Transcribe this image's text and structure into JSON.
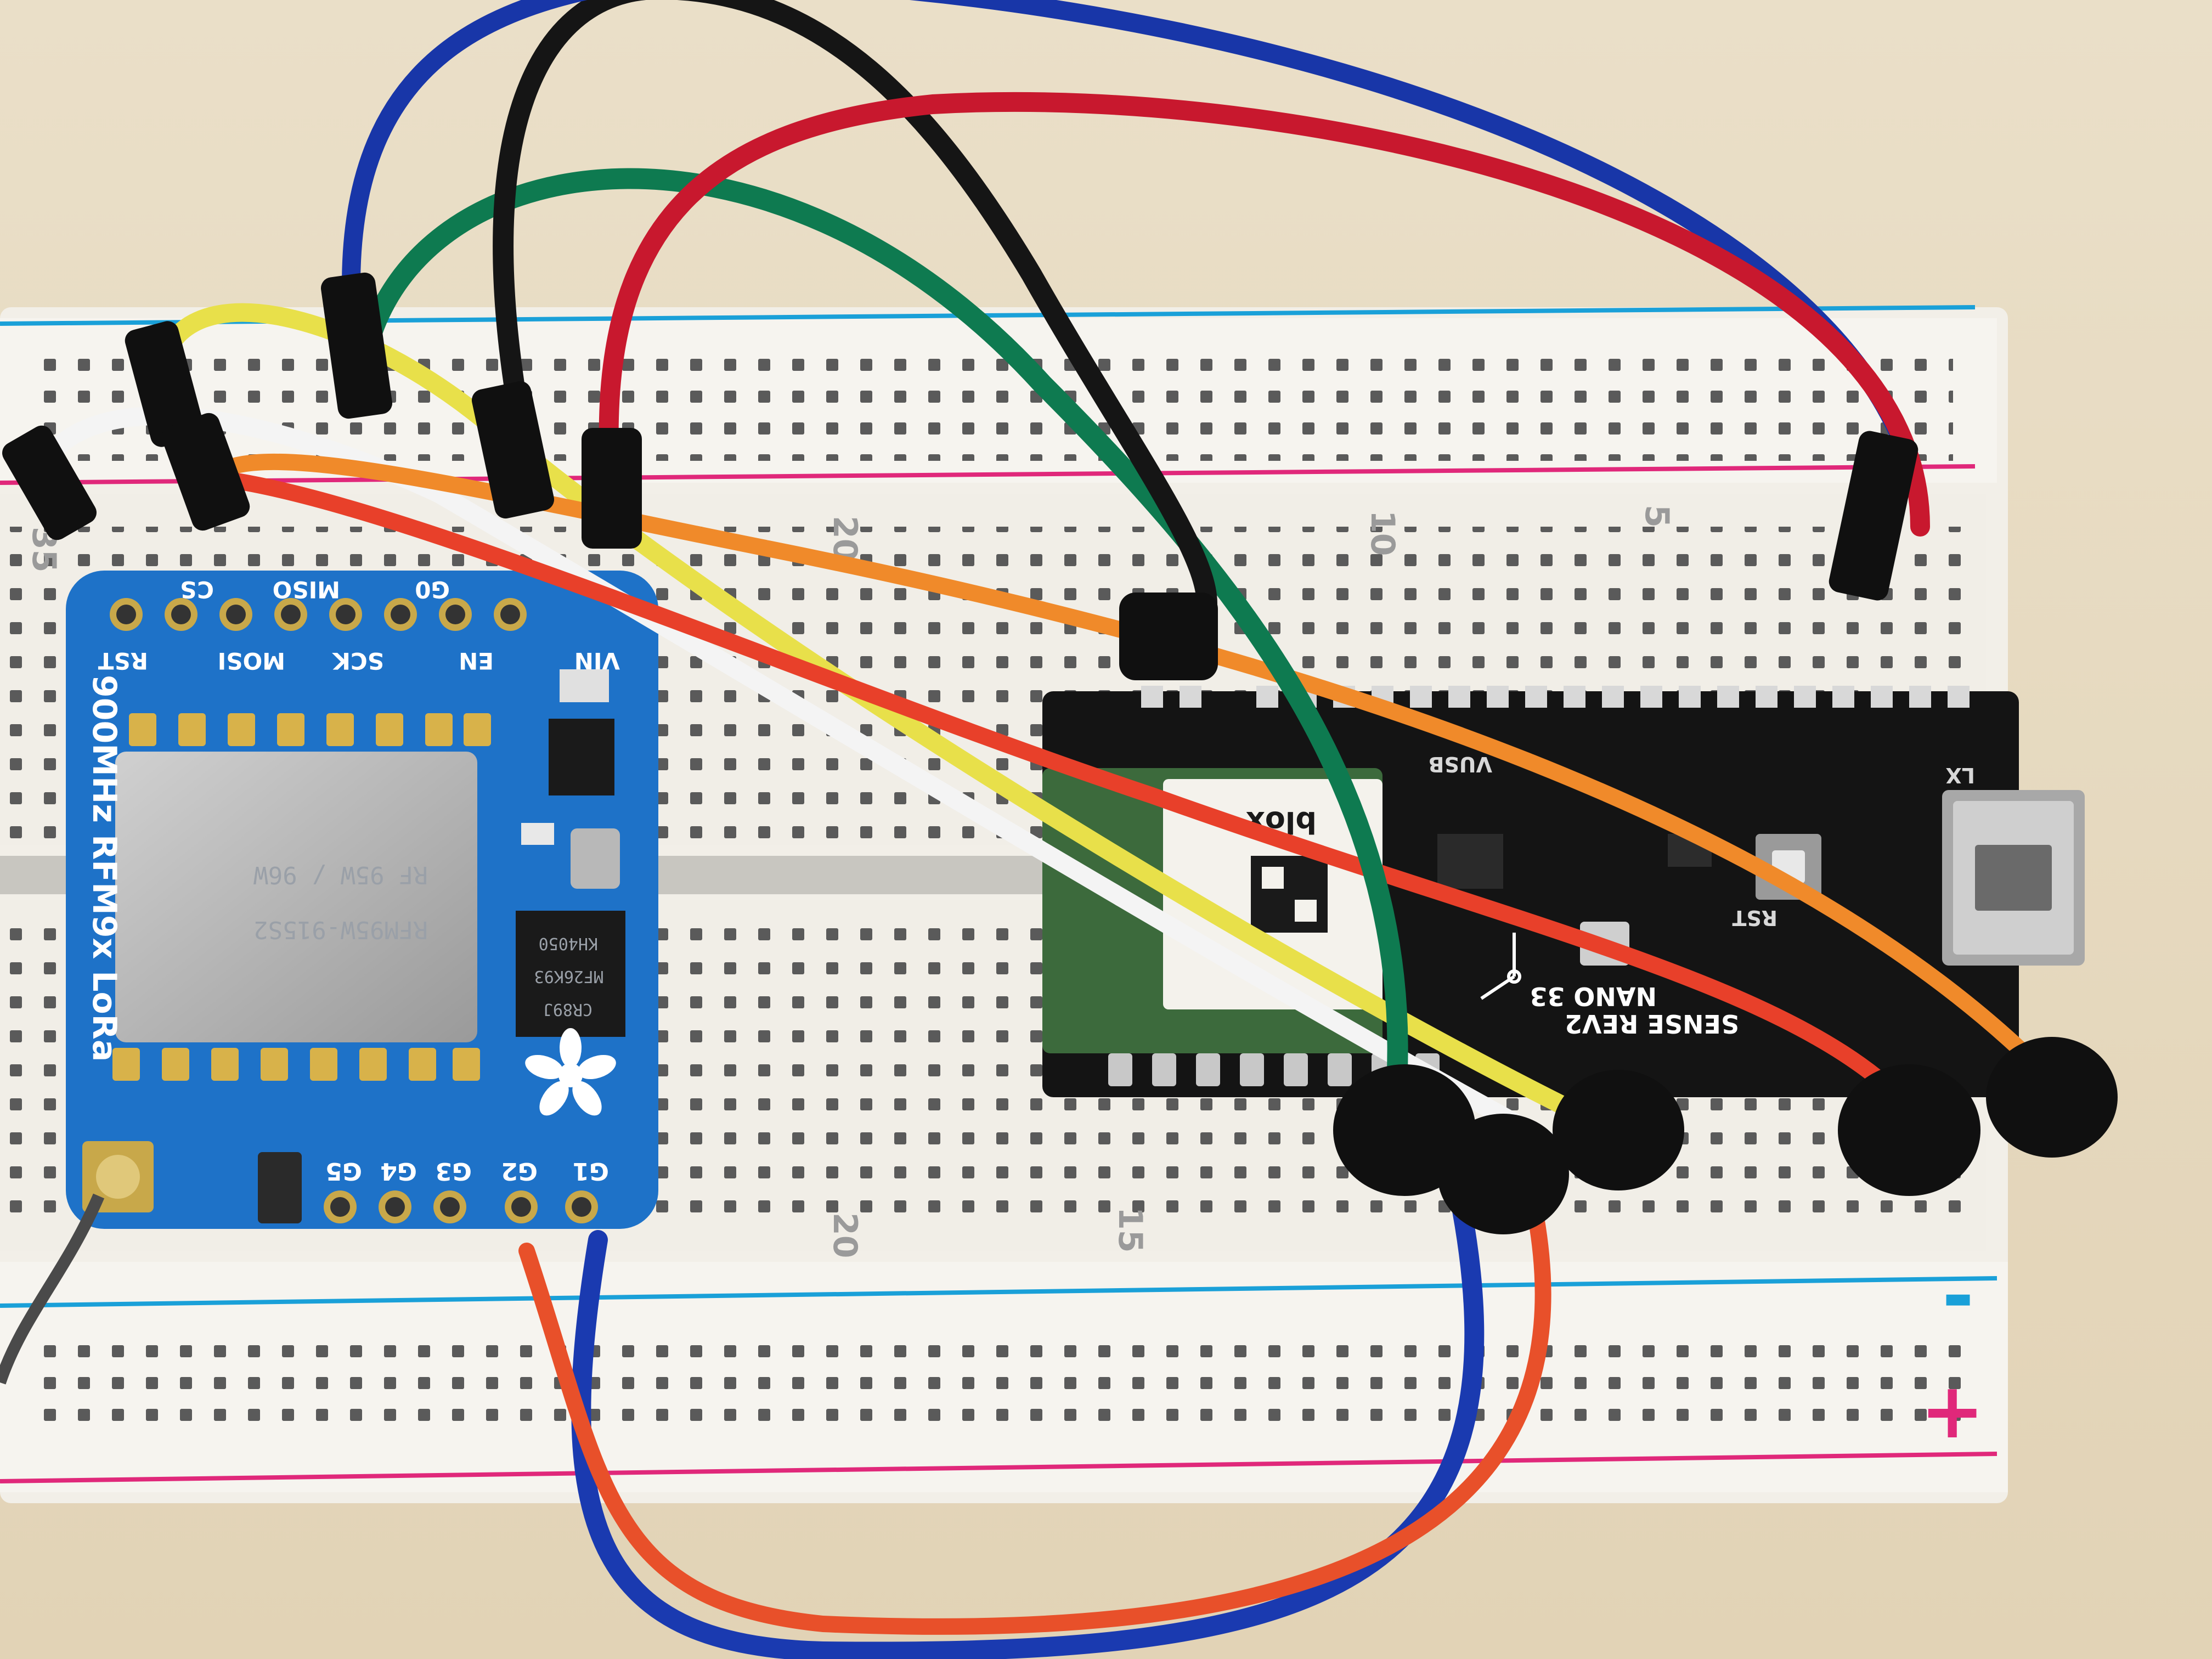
{
  "colors": {
    "table": "#e8dcc4",
    "breadboard": "#f3f0ea",
    "rail_blue": "#1aa0d8",
    "rail_red": "#e0287a",
    "radio_pcb": "#1e72c8",
    "mcu_pcb": "#141414",
    "wire_yellow": "#e8e04a",
    "wire_white": "#f4f4f4",
    "wire_orange": "#f08a2a",
    "wire_red": "#e8402a",
    "wire_green": "#0e7a50",
    "wire_black": "#151515",
    "wire_blue": "#1836a8",
    "wire_darkred": "#c8182e",
    "wire_bottom_blue": "#1a3ab0",
    "wire_bottom_red": "#e8502a"
  },
  "radio_module": {
    "top_pins": [
      "RST",
      "CS",
      "MOSI",
      "MISO",
      "SCK",
      "G0",
      "EN",
      "VIN"
    ],
    "side_label": "900MHz RFM9x LoRa",
    "bottom_pins": [
      "G5",
      "G4",
      "G3",
      "G2",
      "G1"
    ],
    "chip_line1": "KH4050",
    "chip_line2": "MF26K93",
    "chip_line3": "CR89J",
    "shield_line1": "RF 95W / 96W",
    "shield_line2": "RFM95W-915S2",
    "logo_icon": "flower-logo-icon"
  },
  "breadboard": {
    "row_numbers_top": [
      "35",
      "20",
      "10",
      "5"
    ],
    "row_numbers_bottom": [
      "20",
      "15"
    ],
    "rail_minus": "-",
    "rail_plus": "+"
  },
  "mcu_board": {
    "labels": [
      "NANO 33",
      "SENSE REV2",
      "RST",
      "VUSB",
      "LX"
    ],
    "module_text": "blox",
    "axes_icon": "xyz-axes-icon"
  }
}
